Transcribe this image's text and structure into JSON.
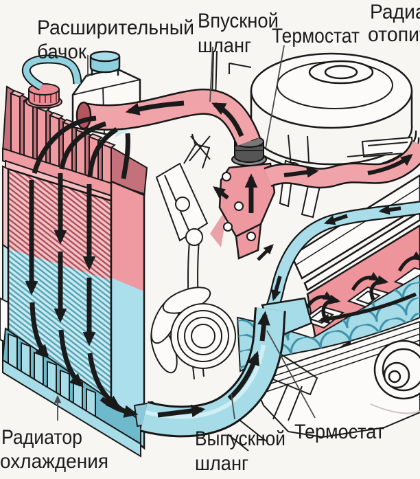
{
  "diagram": {
    "type": "engine-cooling-system-cutaway",
    "colors": {
      "hot": "#f09ba1",
      "hot_light": "#f6c0c3",
      "hot_hatch_line": "#ad525c",
      "cold": "#a6dce8",
      "cold_light": "#c8e9f0",
      "cold_hatch_line": "#58a3b6",
      "outline": "#1a1a1a",
      "arrow": "#141414",
      "text": "#1c1c1c",
      "background": "#f8f6f3"
    },
    "labels": {
      "expansion_tank": {
        "line1": "Расширительный",
        "line2": "бачок"
      },
      "inlet_hose": {
        "line1": "Впускной",
        "line2": "шланг"
      },
      "thermostat_top": {
        "text": "Термостат"
      },
      "heater_radiator": {
        "line1": "Радиат",
        "line2": "отопит"
      },
      "cooling_radiator": {
        "line1": "Радиатор",
        "line2": "охлаждения"
      },
      "outlet_hose": {
        "line1": "Выпускной",
        "line2": "шланг"
      },
      "thermostat_bottom": {
        "text": "Термостат"
      }
    }
  }
}
